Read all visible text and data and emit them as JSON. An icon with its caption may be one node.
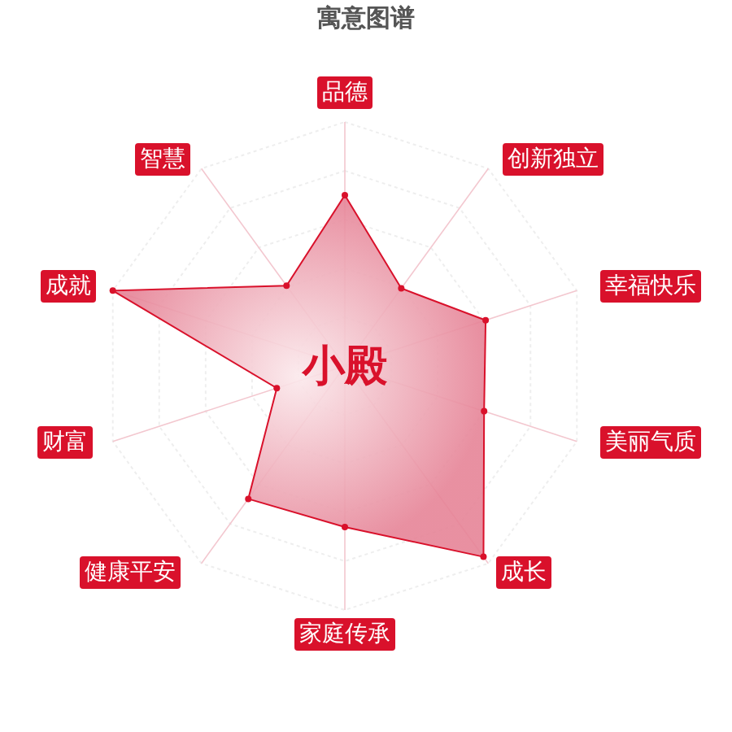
{
  "diagram": {
    "title": "寓意图谱",
    "labels": [
      "品德",
      "创新独立",
      "幸福快乐",
      "美丽气质",
      "成长",
      "家庭传承",
      "健康平安",
      "财富",
      "成就",
      "智慧",
      "小殿"
    ]
  }
}
